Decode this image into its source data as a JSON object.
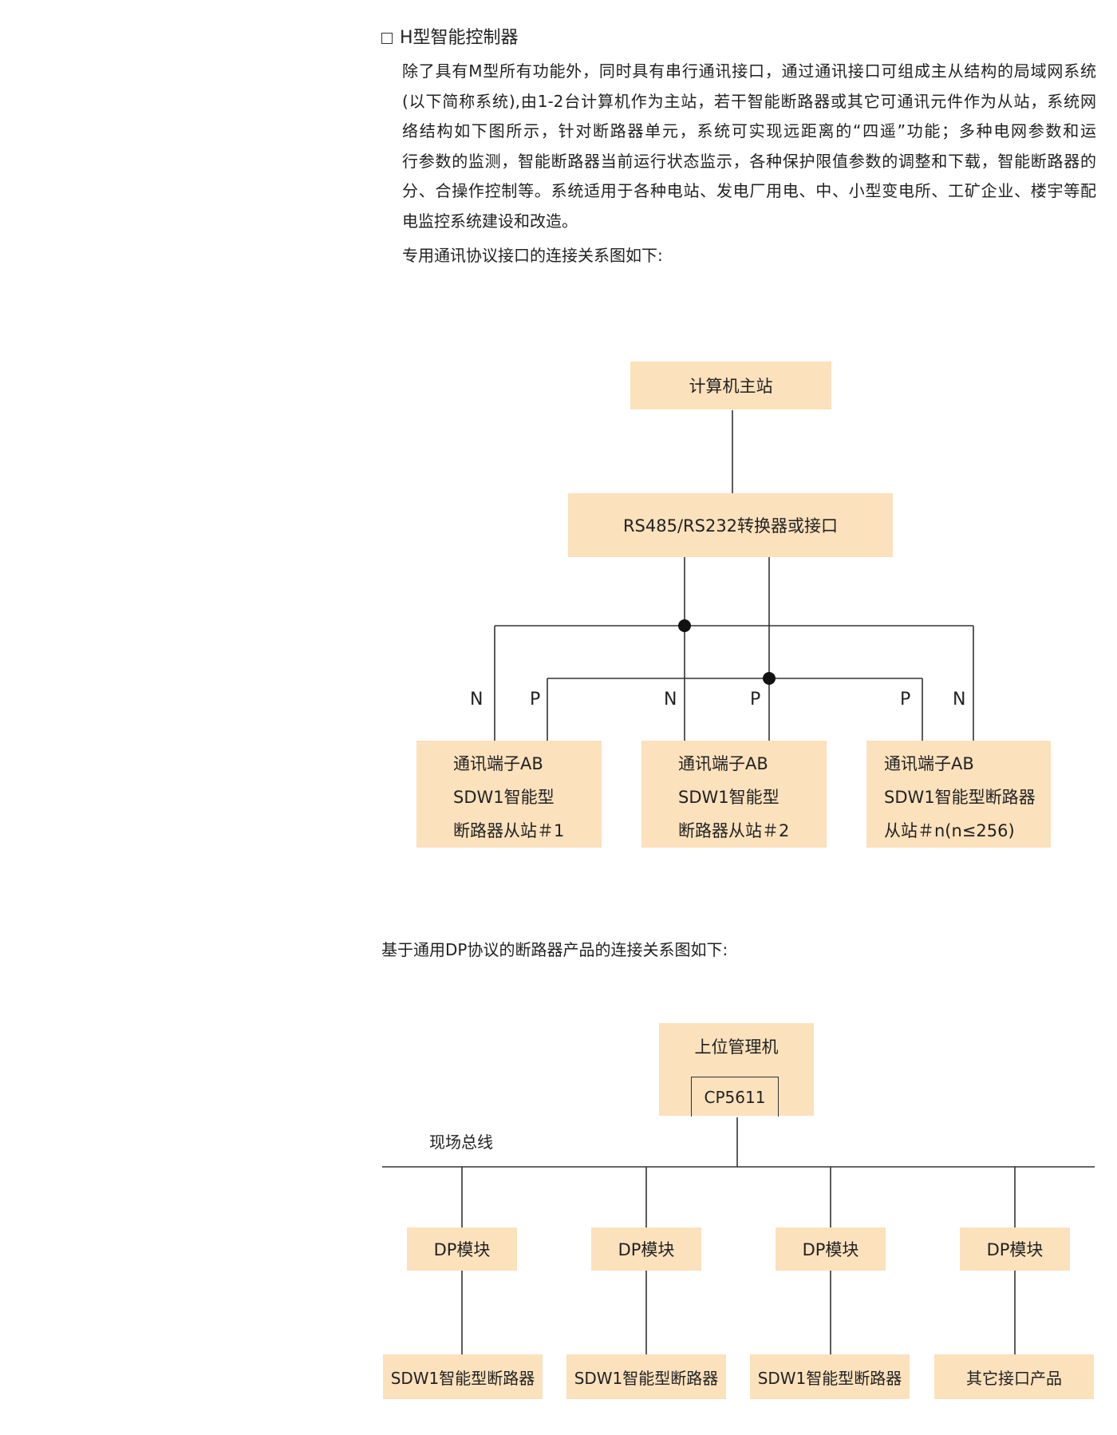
{
  "section": {
    "heading": "H型智能控制器",
    "paragraph_lines": [
      "除了具有M型所有功能外，同时具有串行通讯接口，通过通讯接口可组成主从结构的局域网系统",
      "(以下简称系统),由1-2台计算机作为主站，若干智能断路器或其它可通讯元件作为从站，系统网",
      "络结构如下图所示，针对断路器单元，系统可实现远距离的“四遥”功能；多种电网参数和运",
      "行参数的监测，智能断路器当前运行状态监示，各种保护限值参数的调整和下载，智能断路器的",
      "分、合操作控制等。系统适用于各种电站、发电厂用电、中、小型变电所、工矿企业、楼宇等配",
      "电监控系统建设和改造。"
    ],
    "intro1": "专用通讯协议接口的连接关系图如下:",
    "intro2": "基于通用DP协议的断路器产品的连接关系图如下:"
  },
  "diagram1": {
    "master": "计算机主站",
    "converter": "RS485/RS232转换器或接口",
    "labels": {
      "n1": "N",
      "p1": "P",
      "n2": "N",
      "p2": "P",
      "p3": "P",
      "n3": "N"
    },
    "slaves": [
      {
        "line1": "通讯端子AB",
        "line2": "SDW1智能型",
        "line3": "断路器从站＃1"
      },
      {
        "line1": "通讯端子AB",
        "line2": "SDW1智能型",
        "line3": "断路器从站＃2"
      },
      {
        "line1": "通讯端子AB",
        "line2": "SDW1智能型断路器",
        "line3": "从站＃n(n≤256)"
      }
    ]
  },
  "diagram2": {
    "host": "上位管理机",
    "card": "CP5611",
    "bus_label": "现场总线",
    "modules": [
      "DP模块",
      "DP模块",
      "DP模块",
      "DP模块"
    ],
    "devices": [
      "SDW1智能型断路器",
      "SDW1智能型断路器",
      "SDW1智能型断路器",
      "其它接口产品"
    ]
  },
  "colors": {
    "box_fill": "#fbe1bc",
    "line": "#333333"
  }
}
